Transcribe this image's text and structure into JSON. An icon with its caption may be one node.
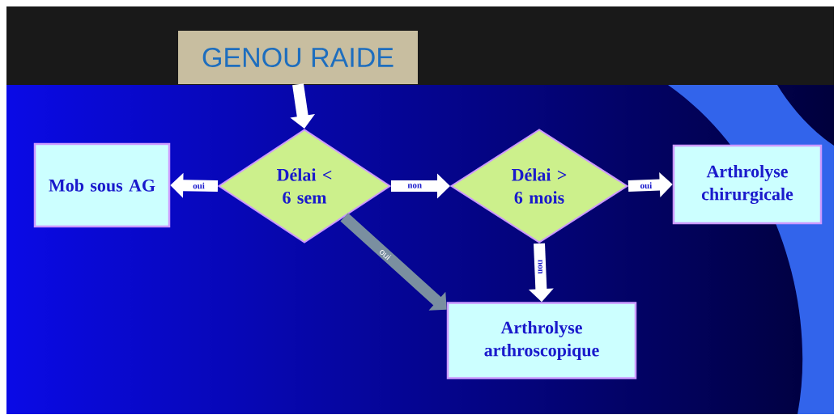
{
  "diagram": {
    "nodes": [
      {
        "text": [
          "GENOU RAIDE"
        ]
      },
      {
        "text": [
          "Mob sous AG"
        ]
      },
      {
        "text": [
          "Délai < 6 sem"
        ]
      },
      {
        "text": [
          "Délai > 6 mois"
        ]
      },
      {
        "text": [
          "Arthrolyse chirurgicale"
        ]
      },
      {
        "text": [
          "Arthrolyse arthroscopique"
        ]
      }
    ],
    "edges": [
      {
        "from": 0,
        "to": 2,
        "arrow": "to"
      },
      {
        "from": 2,
        "to": 1,
        "arrow": "to",
        "label": "oui"
      },
      {
        "from": 2,
        "to": 3,
        "arrow": "to",
        "label": "non"
      },
      {
        "from": 3,
        "to": 4,
        "arrow": "to",
        "label": "oui"
      },
      {
        "from": 3,
        "to": 5,
        "arrow": "to",
        "label": "non"
      },
      {
        "from": 2,
        "to": 5,
        "arrow": "to",
        "label": "oui",
        "color": "#7a8fa0"
      }
    ]
  }
}
